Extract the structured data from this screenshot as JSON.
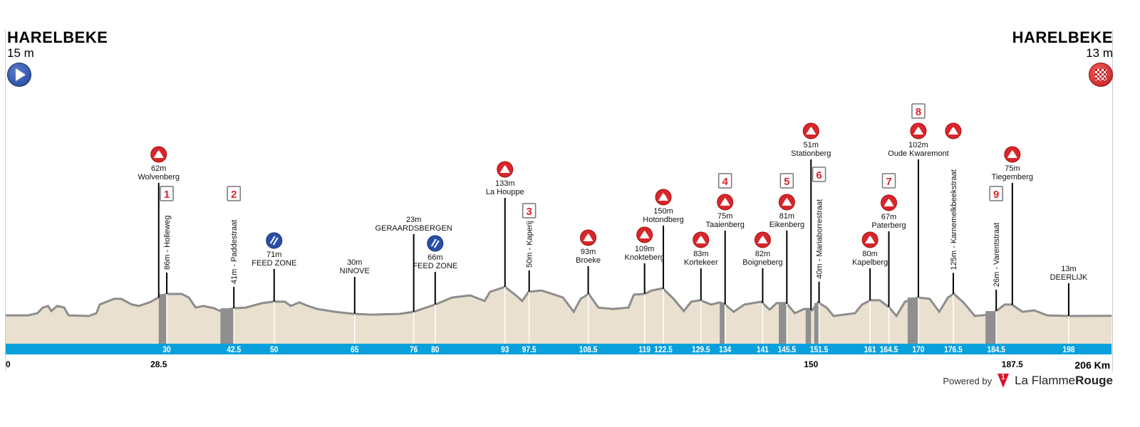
{
  "start": {
    "city": "HARELBEKE",
    "altitude": "15 m",
    "icon": "start-play-icon"
  },
  "finish": {
    "city": "HARELBEKE",
    "altitude": "13 m",
    "icon": "finish-checkered-flag-icon"
  },
  "footer": {
    "powered_by": "Powered by",
    "logo_mark": "1",
    "brand_regular": "La Flamme",
    "brand_bold": "Rouge"
  },
  "colors": {
    "terrain": "#e9e0cf",
    "terrain_edge": "#8d8d8d",
    "cobbles": "#8f8f8f",
    "km_band": "#0aa0dc",
    "climb_icon": "#d9262b",
    "feed_icon": "#2b4fa8"
  },
  "chart_data": {
    "type": "area",
    "title": "Harelbeke - Harelbeke",
    "xlabel": "Km",
    "xlim": [
      0,
      206
    ],
    "distance_unit": "Km",
    "total_distance_label": "206 Km",
    "start_km_label": "0",
    "profile": [
      [
        0,
        15
      ],
      [
        4.2,
        15
      ],
      [
        5.9,
        24
      ],
      [
        6.9,
        48
      ],
      [
        7.9,
        55
      ],
      [
        8.5,
        33
      ],
      [
        9.6,
        55
      ],
      [
        10.9,
        48
      ],
      [
        11.7,
        15
      ],
      [
        15.5,
        12
      ],
      [
        16.9,
        24
      ],
      [
        17.5,
        61
      ],
      [
        20.2,
        85
      ],
      [
        21.5,
        85
      ],
      [
        23.5,
        61
      ],
      [
        24.8,
        55
      ],
      [
        26.8,
        70
      ],
      [
        28.4,
        90
      ],
      [
        30,
        106
      ],
      [
        32.8,
        106
      ],
      [
        34.1,
        91
      ],
      [
        35.4,
        48
      ],
      [
        36.8,
        55
      ],
      [
        38.8,
        45
      ],
      [
        40,
        33
      ],
      [
        42.5,
        45
      ],
      [
        44.7,
        48
      ],
      [
        47.8,
        67
      ],
      [
        49.8,
        73
      ],
      [
        52,
        73
      ],
      [
        53.1,
        55
      ],
      [
        54.7,
        70
      ],
      [
        56.3,
        55
      ],
      [
        58,
        42
      ],
      [
        61.3,
        30
      ],
      [
        65,
        21
      ],
      [
        68,
        18
      ],
      [
        73.3,
        21
      ],
      [
        76,
        30
      ],
      [
        80,
        61
      ],
      [
        83.2,
        91
      ],
      [
        86.5,
        100
      ],
      [
        89.2,
        76
      ],
      [
        90.2,
        115
      ],
      [
        93,
        136
      ],
      [
        95.2,
        97
      ],
      [
        96.2,
        76
      ],
      [
        97.4,
        115
      ],
      [
        99.8,
        121
      ],
      [
        103.8,
        91
      ],
      [
        105.8,
        30
      ],
      [
        107.1,
        85
      ],
      [
        108.6,
        106
      ],
      [
        110.4,
        48
      ],
      [
        113.1,
        42
      ],
      [
        116,
        48
      ],
      [
        117,
        103
      ],
      [
        119,
        106
      ],
      [
        120.4,
        121
      ],
      [
        122.4,
        130
      ],
      [
        124.4,
        85
      ],
      [
        126.3,
        33
      ],
      [
        127.7,
        73
      ],
      [
        129.4,
        79
      ],
      [
        131.4,
        61
      ],
      [
        133,
        70
      ],
      [
        134,
        61
      ],
      [
        135.6,
        30
      ],
      [
        137.6,
        61
      ],
      [
        140.7,
        73
      ],
      [
        142.3,
        39
      ],
      [
        143.6,
        67
      ],
      [
        145.4,
        67
      ],
      [
        147,
        24
      ],
      [
        148.7,
        42
      ],
      [
        149.6,
        42
      ],
      [
        150.2,
        36
      ],
      [
        151.3,
        70
      ],
      [
        152.9,
        48
      ],
      [
        154.2,
        12
      ],
      [
        158.2,
        24
      ],
      [
        159.5,
        61
      ],
      [
        161.1,
        79
      ],
      [
        162.8,
        79
      ],
      [
        164.6,
        48
      ],
      [
        165.9,
        12
      ],
      [
        167.5,
        73
      ],
      [
        169.9,
        91
      ],
      [
        172.1,
        85
      ],
      [
        173.9,
        30
      ],
      [
        175.5,
        91
      ],
      [
        176.6,
        106
      ],
      [
        178.4,
        70
      ],
      [
        180.5,
        12
      ],
      [
        183.4,
        18
      ],
      [
        184.5,
        33
      ],
      [
        186.1,
        61
      ],
      [
        187.4,
        61
      ],
      [
        189.4,
        30
      ],
      [
        191.6,
        36
      ],
      [
        194,
        15
      ],
      [
        198,
        12
      ],
      [
        206,
        13
      ]
    ],
    "cobble_sectors_km": [
      [
        28.5,
        30
      ],
      [
        40,
        42.5
      ],
      [
        133,
        134
      ],
      [
        144,
        145.5
      ],
      [
        149,
        150
      ],
      [
        150.6,
        151.5
      ],
      [
        168,
        170
      ],
      [
        182.5,
        184.5
      ]
    ],
    "km_ticks_in_band": [
      "30",
      "42.5",
      "50",
      "65",
      "76",
      "80",
      "93",
      "97.5",
      "108.5",
      "119",
      "122.5",
      "129.5",
      "134",
      "141",
      "145.5",
      "151.5",
      "161",
      "164.5",
      "170",
      "176.5",
      "184.5",
      "198"
    ],
    "km_ticks_below": [
      "0",
      "28.5",
      "150",
      "187.5"
    ],
    "climbs": [
      {
        "km": 28.5,
        "elevation": "62m",
        "name": "Wolvenberg"
      },
      {
        "km": 93,
        "elevation": "133m",
        "name": "La Houppe"
      },
      {
        "km": 108.5,
        "elevation": "93m",
        "name": "Broeke"
      },
      {
        "km": 119,
        "elevation": "109m",
        "name": "Knokteberg"
      },
      {
        "km": 122.5,
        "elevation": "150m",
        "name": "Hotondberg"
      },
      {
        "km": 129.5,
        "elevation": "83m",
        "name": "Kortekeer"
      },
      {
        "km": 134,
        "elevation": "75m",
        "name": "Taaienberg",
        "sector": "4"
      },
      {
        "km": 141,
        "elevation": "82m",
        "name": "Boigneberg"
      },
      {
        "km": 145.5,
        "elevation": "81m",
        "name": "Eikenberg",
        "sector": "5"
      },
      {
        "km": 150,
        "elevation": "51m",
        "name": "Stationberg"
      },
      {
        "km": 161,
        "elevation": "80m",
        "name": "Kapelberg"
      },
      {
        "km": 164.5,
        "elevation": "67m",
        "name": "Paterberg",
        "sector": "7"
      },
      {
        "km": 170,
        "elevation": "102m",
        "name": "Oude Kwaremont",
        "sector": "8"
      },
      {
        "km": 187.5,
        "elevation": "75m",
        "name": "Tiegemberg"
      }
    ],
    "sectors": [
      {
        "km": 30,
        "number": "1",
        "label": "86m - Holleweg"
      },
      {
        "km": 42.5,
        "number": "2",
        "label": "41m - Paddestraat"
      },
      {
        "km": 97.5,
        "number": "3",
        "label": "50m - Kaperij"
      },
      {
        "km": 151.5,
        "number": "6",
        "label": "40m - Mariaborrestraat"
      },
      {
        "km": 176.5,
        "number": "",
        "label": "125m - Karnemelkbeekstraat",
        "climb_icon": true
      },
      {
        "km": 184.5,
        "number": "9",
        "label": "26m - Varentstraat"
      }
    ],
    "feed_zones": [
      {
        "km": 50,
        "elevation": "71m",
        "name": "FEED ZONE"
      },
      {
        "km": 80,
        "elevation": "66m",
        "name": "FEED ZONE"
      }
    ],
    "towns": [
      {
        "km": 65,
        "elevation": "30m",
        "name": "NINOVE"
      },
      {
        "km": 76,
        "elevation": "23m",
        "name": "GERAARDSBERGEN"
      },
      {
        "km": 198,
        "elevation": "13m",
        "name": "DEERLIJK"
      }
    ]
  }
}
